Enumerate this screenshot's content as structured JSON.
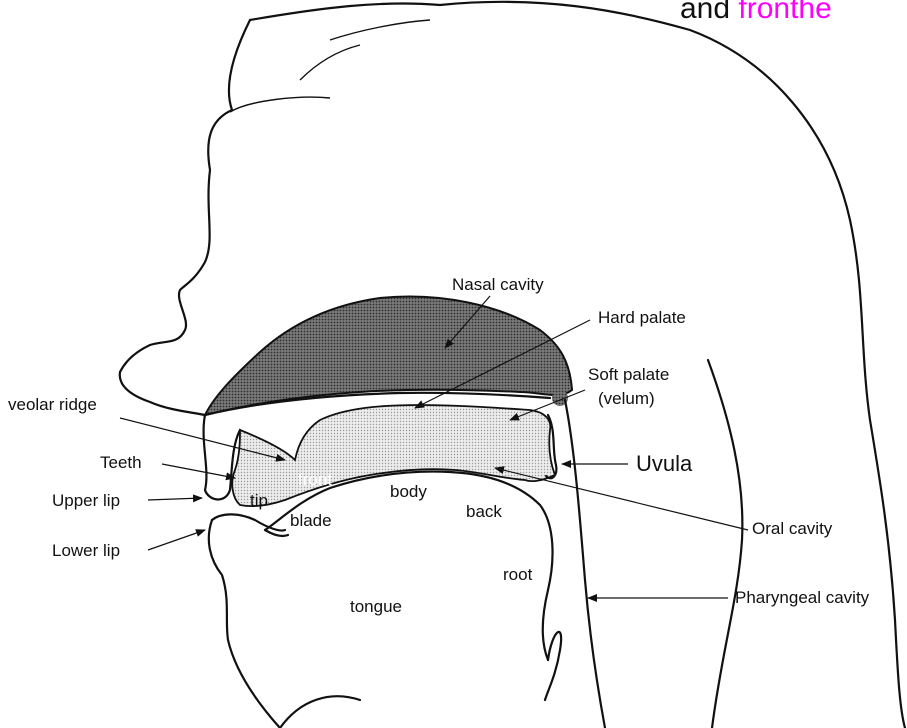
{
  "top_caption": {
    "prefix": "and ",
    "highlight": "fronthe",
    "highlight_color": "#ff00ff"
  },
  "labels": {
    "nasal_cavity": "Nasal cavity",
    "hard_palate": "Hard palate",
    "soft_palate": "Soft palate",
    "velum": "(velum)",
    "alveolar_ridge": "veolar ridge",
    "teeth": "Teeth",
    "upper_lip": "Upper lip",
    "lower_lip": "Lower lip",
    "uvula": "Uvula",
    "oral_cavity": "Oral cavity",
    "pharyngeal_cavity": "Pharyngeal cavity",
    "front": "front",
    "tip": "tip",
    "blade": "blade",
    "body": "body",
    "back": "back",
    "root": "root",
    "tongue": "tongue"
  },
  "colors": {
    "nasal_cavity_fill": "#555555",
    "oral_cavity_fill": "#d9d9d9",
    "line": "#111111"
  }
}
